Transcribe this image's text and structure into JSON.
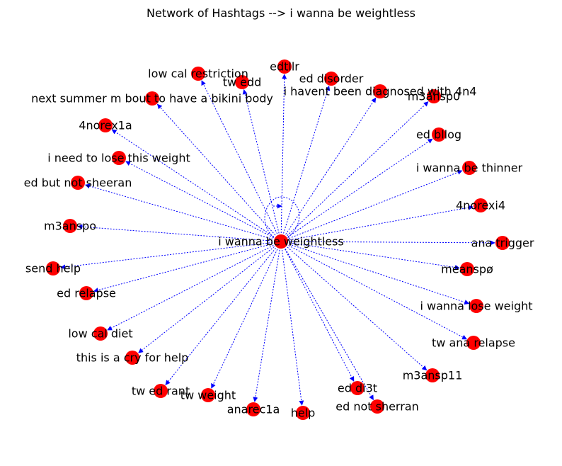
{
  "title": "Network of Hashtags --> i wanna be weightless",
  "colors": {
    "node": "#ff0000",
    "edge": "#0000ff",
    "text": "#000000"
  },
  "graph": {
    "center": "i wanna be weightless",
    "self_loop": true,
    "nodes": [
      "edtllr",
      "tw edd",
      "ed disorder",
      "low cal restriction",
      "i havent been diagnosed with 4n4",
      "m3ansp0",
      "next summer m bout to have a bikini body",
      "ed bllog",
      "4norex1a",
      "i wanna be thinner",
      "i need to lose this weight",
      "ed but not sheeran",
      "4norexi4",
      "m3anspo",
      "ana trigger",
      "send help",
      "meanspø",
      "ed relapse",
      "i wanna lose weight",
      "low cal diet",
      "tw ana relapse",
      "this is a cry for help",
      "m3ansp11",
      "tw ed rant",
      "tw weight",
      "ed di3t",
      "anarec1a",
      "ed not sherran",
      "help"
    ]
  }
}
